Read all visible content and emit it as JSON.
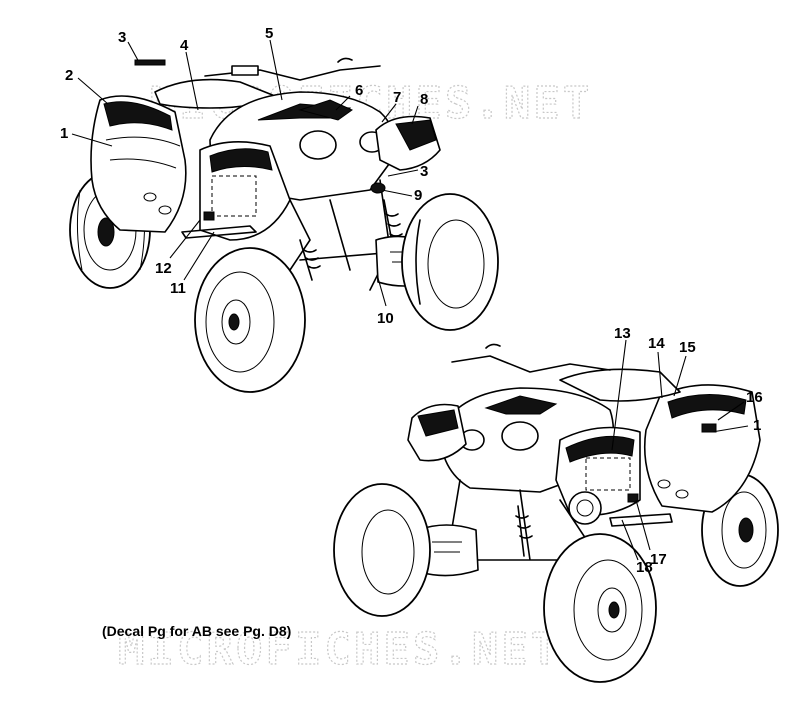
{
  "watermarks": [
    "MICROFICHES.NET",
    "MICROFICHES.NET"
  ],
  "caption": "(Decal Pg for AB see Pg. D8)",
  "callouts_left": [
    "3",
    "4",
    "5",
    "2",
    "6",
    "7",
    "8",
    "1",
    "3",
    "9",
    "12",
    "11",
    "10"
  ],
  "callouts_right": [
    "13",
    "14",
    "15",
    "16",
    "1",
    "17",
    "18"
  ]
}
